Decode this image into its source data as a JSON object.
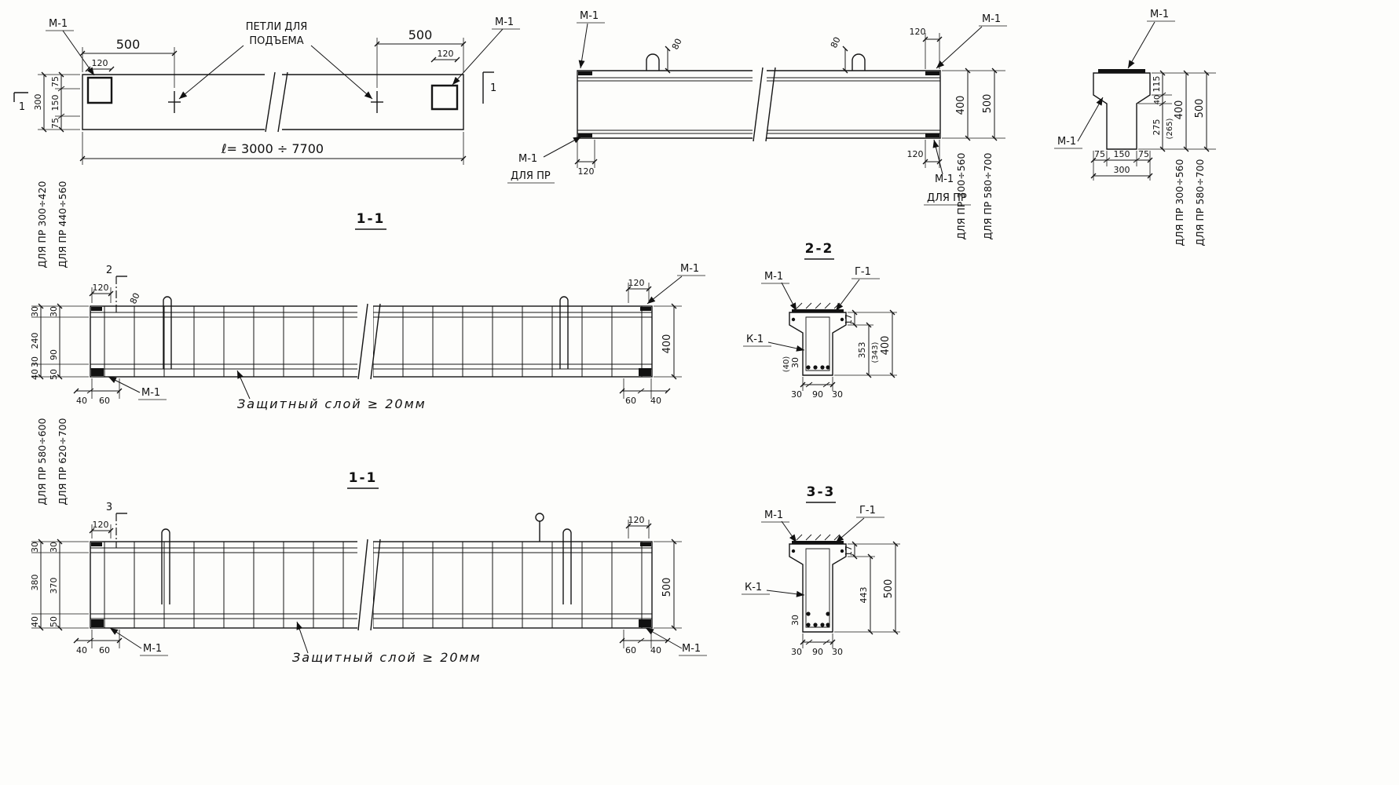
{
  "plan": {
    "m1_left": "М-1",
    "m1_right": "М-1",
    "dim_500_left": "500",
    "dim_500_right": "500",
    "dim_120_left": "120",
    "dim_120_right": "120",
    "loops_line1": "ПЕТЛИ ДЛЯ",
    "loops_line2": "ПОДЪЕМА",
    "dim_75_top": "75",
    "dim_150": "150",
    "dim_75_bottom": "75",
    "dim_300": "300",
    "length_dim": "ℓ= 3000 ÷ 7700",
    "cut_mark_left": "1",
    "cut_mark_right": "1"
  },
  "elevation": {
    "m1_top_left": "М-1",
    "m1_top_right": "М-1",
    "dim_80_left": "80",
    "dim_80_right": "80",
    "dim_120_top_right": "120",
    "dim_120_bottom_left": "120",
    "dim_120_bottom_right": "120",
    "m1_bottom_left": "М-1",
    "dlya_pr_bottom_left": "ДЛЯ ПР",
    "m1_bottom_right": "М-1",
    "dlya_pr_bottom_right": "ДЛЯ ПР",
    "dim_400": "400",
    "dim_500": "500",
    "range_400": "ДЛЯ ПР 300÷560",
    "range_500": "ДЛЯ ПР 580÷700"
  },
  "end_section": {
    "m1_top": "М-1",
    "m1_left": "М-1",
    "dim_115": "115",
    "dim_40": "40",
    "dim_275": "275",
    "dim_265": "(265)",
    "dim_400": "400",
    "dim_500": "500",
    "range_400": "ДЛЯ ПР 300÷560",
    "range_500": "ДЛЯ ПР 580÷700",
    "dim_75_left": "75",
    "dim_150": "150",
    "dim_75_right": "75",
    "dim_300": "300"
  },
  "band1": {
    "title": "1-1",
    "range_top": "ДЛЯ ПР 300÷420",
    "range_bottom": "ДЛЯ ПР 440÷560",
    "cut_mark": "2",
    "dim_120_left": "120",
    "dim_80": "80",
    "dim_120_right": "120",
    "m1_top_right": "М-1",
    "dim_400": "400",
    "d30a": "30",
    "d30b": "30",
    "d240": "240",
    "d90": "90",
    "d30c": "30",
    "d40a": "40",
    "d50a": "50",
    "dim_40_bl": "40",
    "dim_60_bl": "60",
    "m1_bottom_left": "М-1",
    "dim_60_br": "60",
    "dim_40_br": "40",
    "cover_note": "Защитный слой ≥ 20мм"
  },
  "sec22": {
    "title": "2-2",
    "m1": "М-1",
    "g1": "Г-1",
    "k1": "К-1",
    "dim_17": "17",
    "dim_353": "353",
    "dim_343": "(343)",
    "dim_400": "400",
    "dim_30_cover": "30",
    "dim_40_cover": "(40)",
    "dim_30_left": "30",
    "dim_90": "90",
    "dim_30_right": "30"
  },
  "band2": {
    "title": "1-1",
    "range_top": "ДЛЯ ПР 580÷600",
    "range_bottom": "ДЛЯ ПР 620÷700",
    "cut_mark": "3",
    "dim_120_left": "120",
    "dim_120_right": "120",
    "dim_500": "500",
    "d30a": "30",
    "d30b": "30",
    "d380": "380",
    "d370": "370",
    "d40a": "40",
    "d50a": "50",
    "dim_40_bl": "40",
    "dim_60_bl": "60",
    "m1_bottom_left": "М-1",
    "dim_60_br": "60",
    "dim_40_br": "40",
    "m1_bottom_right": "М-1",
    "cover_note": "Защитный слой ≥ 20мм"
  },
  "sec33": {
    "title": "3-3",
    "m1": "М-1",
    "g1": "Г-1",
    "k1": "К-1",
    "dim_17": "17",
    "dim_443": "443",
    "dim_500": "500",
    "dim_30_cover": "30",
    "dim_30_left": "30",
    "dim_90": "90",
    "dim_30_right": "30"
  }
}
